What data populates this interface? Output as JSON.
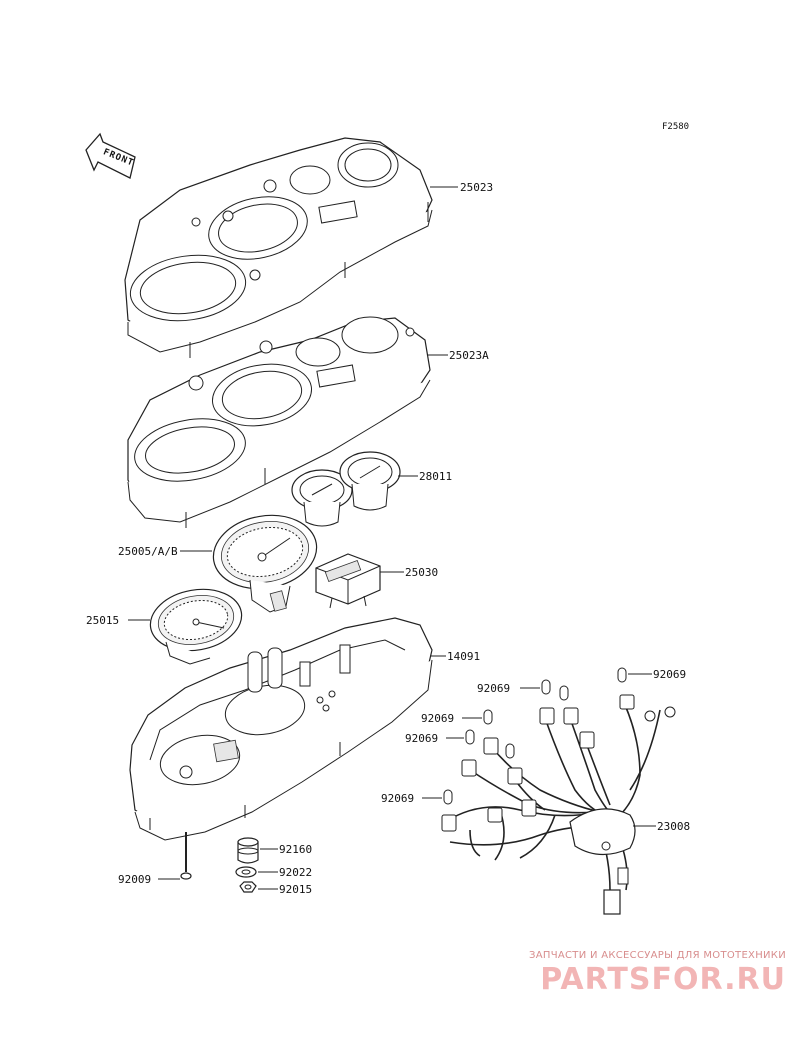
{
  "figure_code": "F2580",
  "front_label": "FRONT",
  "parts": [
    {
      "number": "25023"
    },
    {
      "number": "25023A"
    },
    {
      "number": "28011"
    },
    {
      "number": "25005/A/B"
    },
    {
      "number": "25030"
    },
    {
      "number": "25015"
    },
    {
      "number": "14091"
    },
    {
      "number": "92069"
    },
    {
      "number": "92069"
    },
    {
      "number": "92069"
    },
    {
      "number": "92069"
    },
    {
      "number": "92069"
    },
    {
      "number": "23008"
    },
    {
      "number": "92160"
    },
    {
      "number": "92022"
    },
    {
      "number": "92015"
    },
    {
      "number": "92009"
    }
  ],
  "watermark": {
    "tagline": "ЗАПЧАСТИ И АКСЕССУАРЫ ДЛЯ МОТОТЕХНИКИ",
    "logo": "PARTSFOR.RU"
  },
  "colors": {
    "line": "#222222",
    "watermark": "#f2b5b5"
  }
}
